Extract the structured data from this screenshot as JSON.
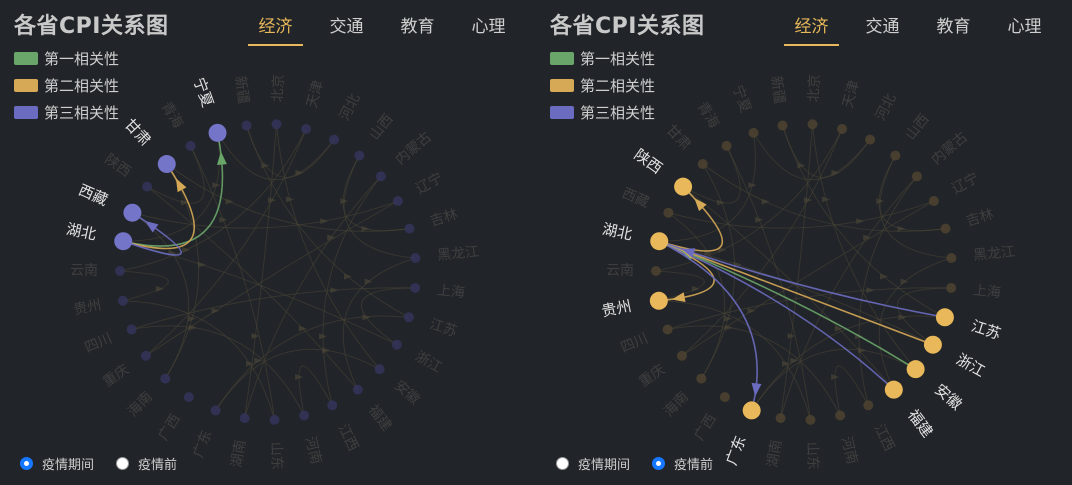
{
  "panels": [
    {
      "title": "各省CPI关系图",
      "tabs": [
        "经济",
        "交通",
        "教育",
        "心理"
      ],
      "active_tab": 0,
      "legend": [
        {
          "label": "第一相关性",
          "color": "#6aa56a"
        },
        {
          "label": "第二相关性",
          "color": "#d6a956"
        },
        {
          "label": "第三相关性",
          "color": "#6b6bc0"
        }
      ],
      "radios": [
        {
          "label": "疫情期间",
          "checked": true
        },
        {
          "label": "疫情前",
          "checked": false
        }
      ],
      "highlight_color": "#7474c8",
      "chart_data": {
        "type": "chord",
        "nodes": [
          "湖北",
          "西藏",
          "陕西",
          "甘肃",
          "青海",
          "宁夏",
          "新疆",
          "北京",
          "天津",
          "河北",
          "山西",
          "内蒙古",
          "辽宁",
          "吉林",
          "黑龙江",
          "上海",
          "江苏",
          "浙江",
          "安徽",
          "福建",
          "江西",
          "河南",
          "山东",
          "湖南",
          "广东",
          "广西",
          "海南",
          "重庆",
          "四川",
          "贵州",
          "云南"
        ],
        "highlighted": [
          "湖北",
          "西藏",
          "甘肃",
          "宁夏"
        ],
        "links": [
          {
            "source": "湖北",
            "target": "宁夏",
            "rank": 1
          },
          {
            "source": "湖北",
            "target": "甘肃",
            "rank": 2
          },
          {
            "source": "湖北",
            "target": "西藏",
            "rank": 3
          }
        ]
      }
    },
    {
      "title": "各省CPI关系图",
      "tabs": [
        "经济",
        "交通",
        "教育",
        "心理"
      ],
      "active_tab": 0,
      "legend": [
        {
          "label": "第一相关性",
          "color": "#6aa56a"
        },
        {
          "label": "第二相关性",
          "color": "#d6a956"
        },
        {
          "label": "第三相关性",
          "color": "#6b6bc0"
        }
      ],
      "radios": [
        {
          "label": "疫情期间",
          "checked": false
        },
        {
          "label": "疫情前",
          "checked": true
        }
      ],
      "highlight_color": "#e8b85a",
      "chart_data": {
        "type": "chord",
        "nodes": [
          "湖北",
          "西藏",
          "陕西",
          "甘肃",
          "青海",
          "宁夏",
          "新疆",
          "北京",
          "天津",
          "河北",
          "山西",
          "内蒙古",
          "辽宁",
          "吉林",
          "黑龙江",
          "上海",
          "江苏",
          "浙江",
          "安徽",
          "福建",
          "江西",
          "河南",
          "山东",
          "湖南",
          "广东",
          "广西",
          "海南",
          "重庆",
          "四川",
          "贵州",
          "云南"
        ],
        "highlighted": [
          "湖北",
          "广东",
          "贵州",
          "陕西",
          "福建",
          "安徽",
          "浙江",
          "江苏"
        ],
        "links": [
          {
            "source": "湖北",
            "target": "贵州",
            "rank": 2
          },
          {
            "source": "湖北",
            "target": "陕西",
            "rank": 2
          },
          {
            "source": "湖北",
            "target": "广东",
            "rank": 3
          },
          {
            "source": "福建",
            "target": "湖北",
            "rank": 3
          },
          {
            "source": "安徽",
            "target": "湖北",
            "rank": 1
          },
          {
            "source": "浙江",
            "target": "湖北",
            "rank": 2
          },
          {
            "source": "江苏",
            "target": "湖北",
            "rank": 3
          }
        ]
      }
    }
  ]
}
